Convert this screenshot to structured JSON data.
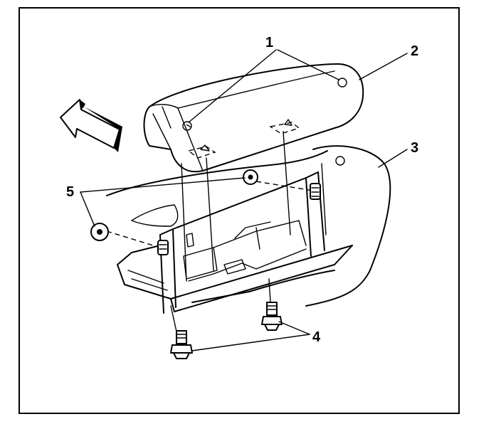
{
  "figure": {
    "callouts": [
      {
        "id": "1",
        "label": "1"
      },
      {
        "id": "2",
        "label": "2"
      },
      {
        "id": "3",
        "label": "3"
      },
      {
        "id": "4",
        "label": "4"
      },
      {
        "id": "5",
        "label": "5"
      }
    ],
    "direction_arrow": "forward-arrow-icon",
    "colors": {
      "line": "#000000",
      "background": "#ffffff"
    }
  }
}
